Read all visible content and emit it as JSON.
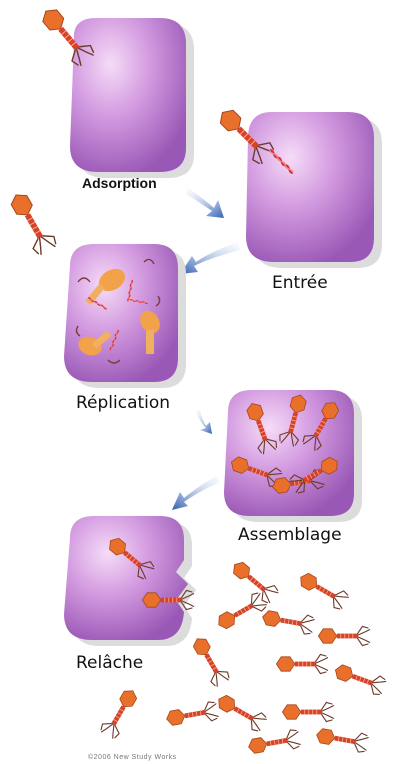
{
  "labels": {
    "adsorption": "Adsorption",
    "entry": "Entrée",
    "replication": "Réplication",
    "assembly": "Assemblage",
    "release": "Relâche"
  },
  "credit": "©2006 New Study Works",
  "colors": {
    "cell_fill": "#c68ad6",
    "cell_light": "#f1cdf3",
    "cell_dark": "#9b58b8",
    "phage_head": "#e8702b",
    "phage_body": "#d8412a",
    "phage_legs": "#6b3b2b",
    "dna": "#d8303a",
    "arrow": "#3f6fbf",
    "shadow": "#d9d9d9"
  }
}
